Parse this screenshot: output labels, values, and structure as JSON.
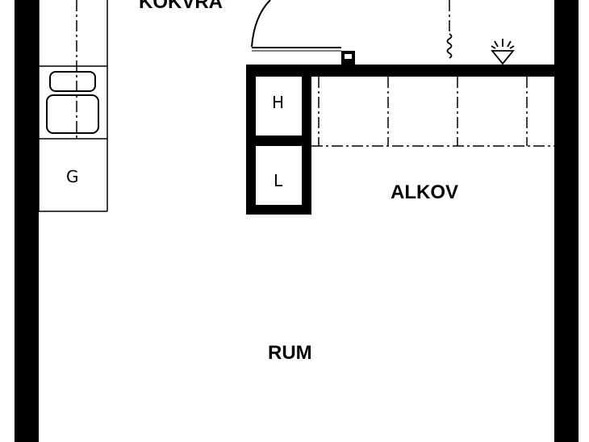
{
  "rooms": {
    "kitchen": "KÖKVRÅ",
    "alcove": "ALKOV",
    "room": "RUM"
  },
  "fixtures": {
    "stove": "G",
    "wardrobe_h": "H",
    "wardrobe_l": "L"
  },
  "colors": {
    "wall": "#000000",
    "background": "#ffffff"
  },
  "icons": [
    "radiator-icon",
    "lamp-icon",
    "sink-icon",
    "door-swing-icon"
  ]
}
